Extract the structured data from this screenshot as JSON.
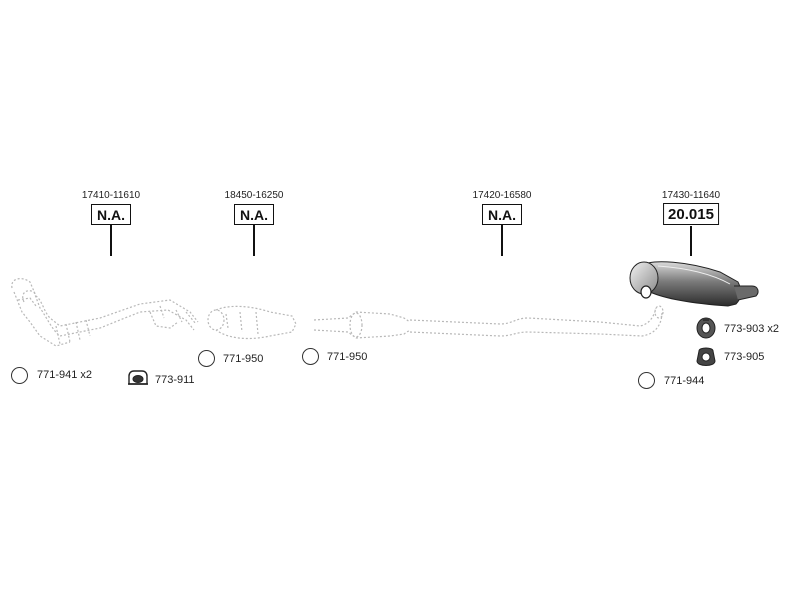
{
  "parts": [
    {
      "part_no": "17410-11610",
      "price": "N.A."
    },
    {
      "part_no": "18450-16250",
      "price": "N.A."
    },
    {
      "part_no": "17420-16580",
      "price": "N.A."
    },
    {
      "part_no": "17430-11640",
      "price": "20.015"
    }
  ],
  "accessories": [
    {
      "code": "771-941 x2",
      "icon": "ring-gasket-icon"
    },
    {
      "code": "773-911",
      "icon": "clamp-bracket-icon"
    },
    {
      "code": "771-950",
      "icon": "ring-gasket-icon"
    },
    {
      "code": "771-950",
      "icon": "ring-gasket-icon"
    },
    {
      "code": "773-903 x2",
      "icon": "rubber-hanger-icon"
    },
    {
      "code": "773-905",
      "icon": "rubber-mount-icon"
    },
    {
      "code": "771-944",
      "icon": "ring-gasket-icon"
    }
  ]
}
